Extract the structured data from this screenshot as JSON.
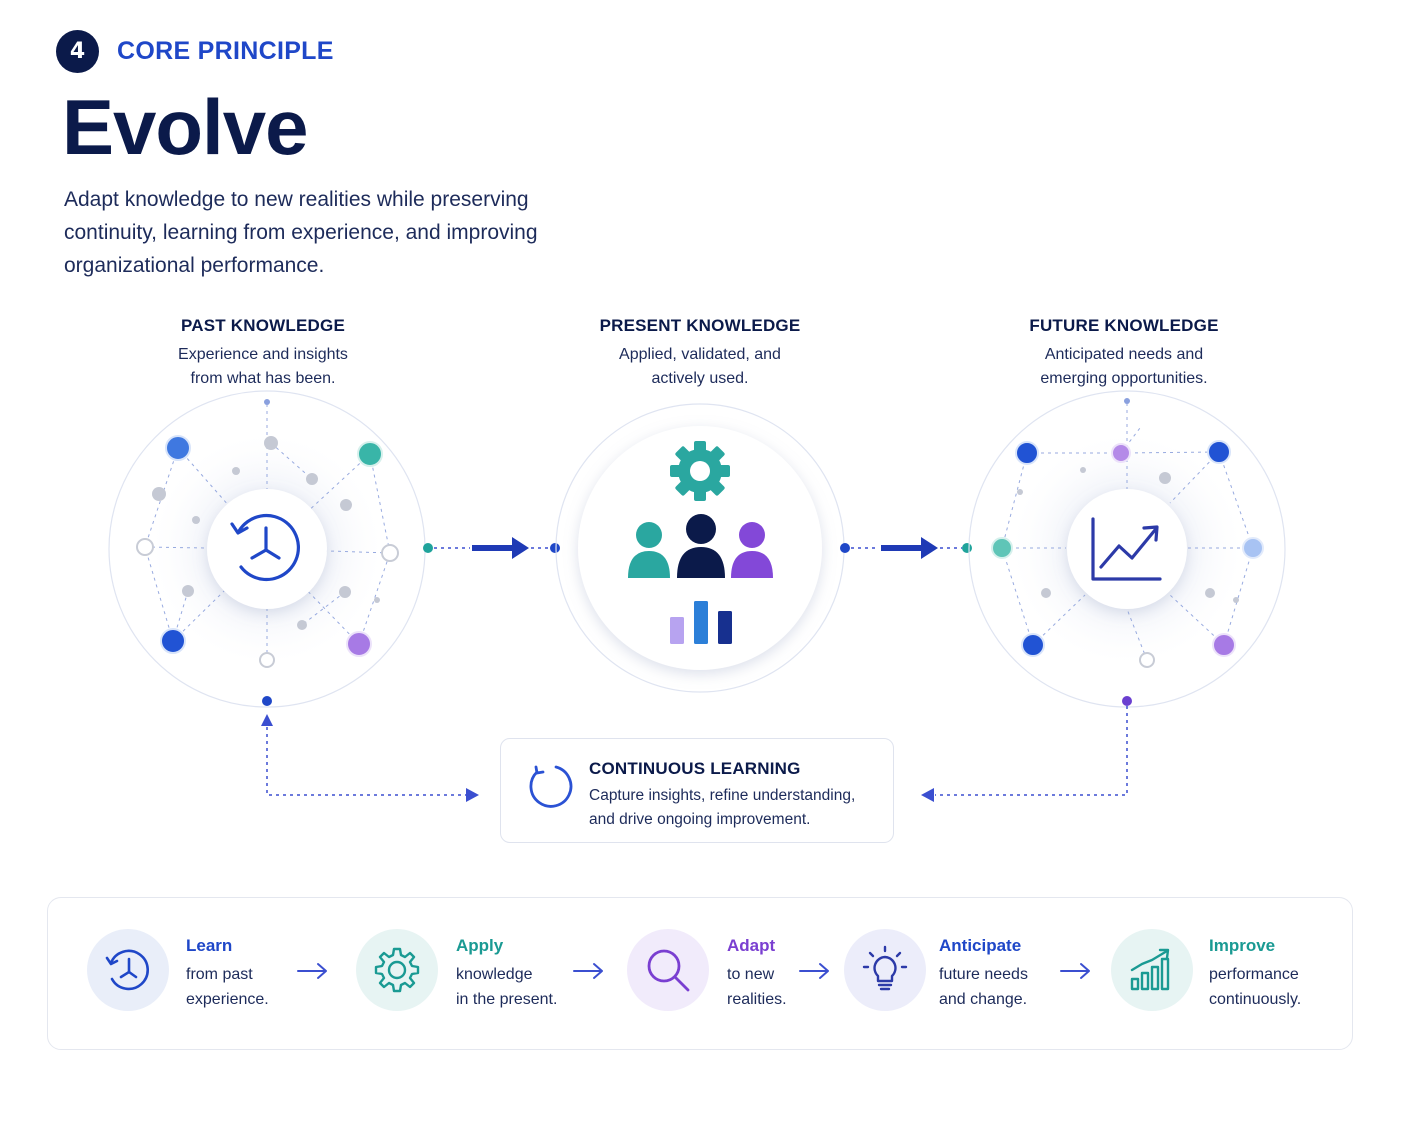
{
  "header": {
    "badge": "4",
    "eyebrow": "CORE PRINCIPLE",
    "title": "Evolve",
    "subtitle": "Adapt knowledge to new realities while preserving continuity, learning from experience, and improving organizational performance."
  },
  "stages": [
    {
      "title": "PAST KNOWLEDGE",
      "desc_line1": "Experience and insights",
      "desc_line2": "from what has been.",
      "icon": "history-clock-icon"
    },
    {
      "title": "PRESENT KNOWLEDGE",
      "desc_line1": "Applied, validated, and",
      "desc_line2": "actively used.",
      "icon": "people-gear-chart-icon"
    },
    {
      "title": "FUTURE KNOWLEDGE",
      "desc_line1": "Anticipated needs and",
      "desc_line2": "emerging opportunities.",
      "icon": "trend-up-chart-icon"
    }
  ],
  "loop": {
    "title": "CONTINUOUS LEARNING",
    "desc_line1": "Capture insights, refine understanding,",
    "desc_line2": "and drive ongoing improvement.",
    "icon": "refresh-cycle-icon"
  },
  "steps": [
    {
      "title": "Learn",
      "line1": "from past",
      "line2": "experience.",
      "icon": "history-clock-icon",
      "color": "#1f47c8",
      "bg": "#e9eef9"
    },
    {
      "title": "Apply",
      "line1": "knowledge",
      "line2": "in the present.",
      "icon": "gear-icon",
      "color": "#1a9a93",
      "bg": "#e7f4f3"
    },
    {
      "title": "Adapt",
      "line1": "to new",
      "line2": "realities.",
      "icon": "magnifier-icon",
      "color": "#7a3fd1",
      "bg": "#f1ebfb"
    },
    {
      "title": "Anticipate",
      "line1": "future needs",
      "line2": "and change.",
      "icon": "lightbulb-icon",
      "color": "#1f47c8",
      "bg": "#ecedfa"
    },
    {
      "title": "Improve",
      "line1": "performance",
      "line2": "continuously.",
      "icon": "bar-growth-icon",
      "color": "#1a9a93",
      "bg": "#e7f4f3"
    }
  ],
  "colors": {
    "navy": "#0b1a4a",
    "blue": "#1f47c8",
    "teal": "#2aa7a0",
    "purple": "#7d45d6"
  }
}
